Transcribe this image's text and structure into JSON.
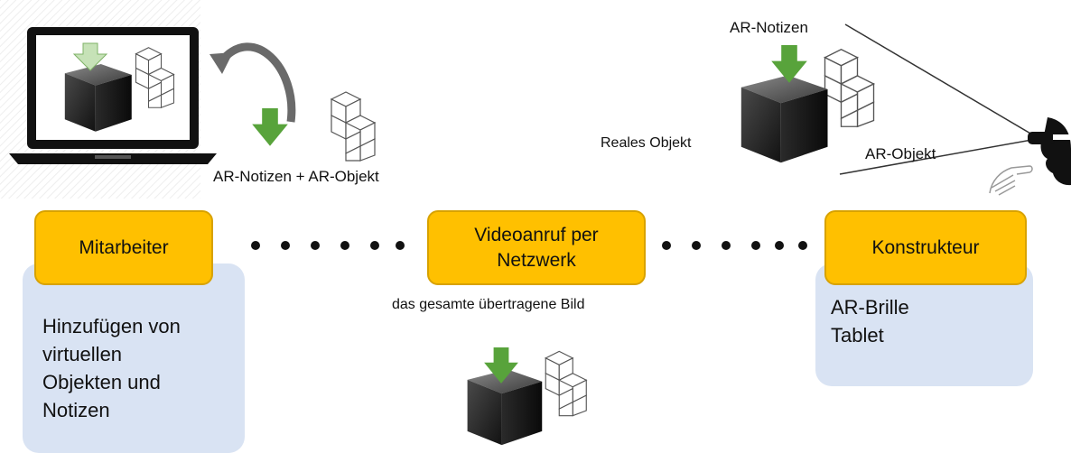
{
  "left_node": {
    "label": "Mitarbeiter",
    "description_lines": [
      "Hinzufügen von",
      "virtuellen",
      "Objekten und",
      "Notizen"
    ]
  },
  "center_node": {
    "label_lines": [
      "Videoanruf per",
      "Netzwerk"
    ],
    "caption": "das gesamte übertragene Bild"
  },
  "right_node": {
    "label": "Konstrukteur",
    "description_lines": [
      "AR-Brille",
      "Tablet"
    ]
  },
  "labels": {
    "laptop_caption": "AR-Notizen + AR-Objekt",
    "ar_notes": "AR-Notizen",
    "real_object": "Reales Objekt",
    "ar_object": "AR-Objekt"
  },
  "colors": {
    "node_fill": "#FFC000",
    "panel_fill": "#d9e3f3",
    "arrow_green": "#58a33b",
    "cube_dark": "#2b2b2b"
  }
}
